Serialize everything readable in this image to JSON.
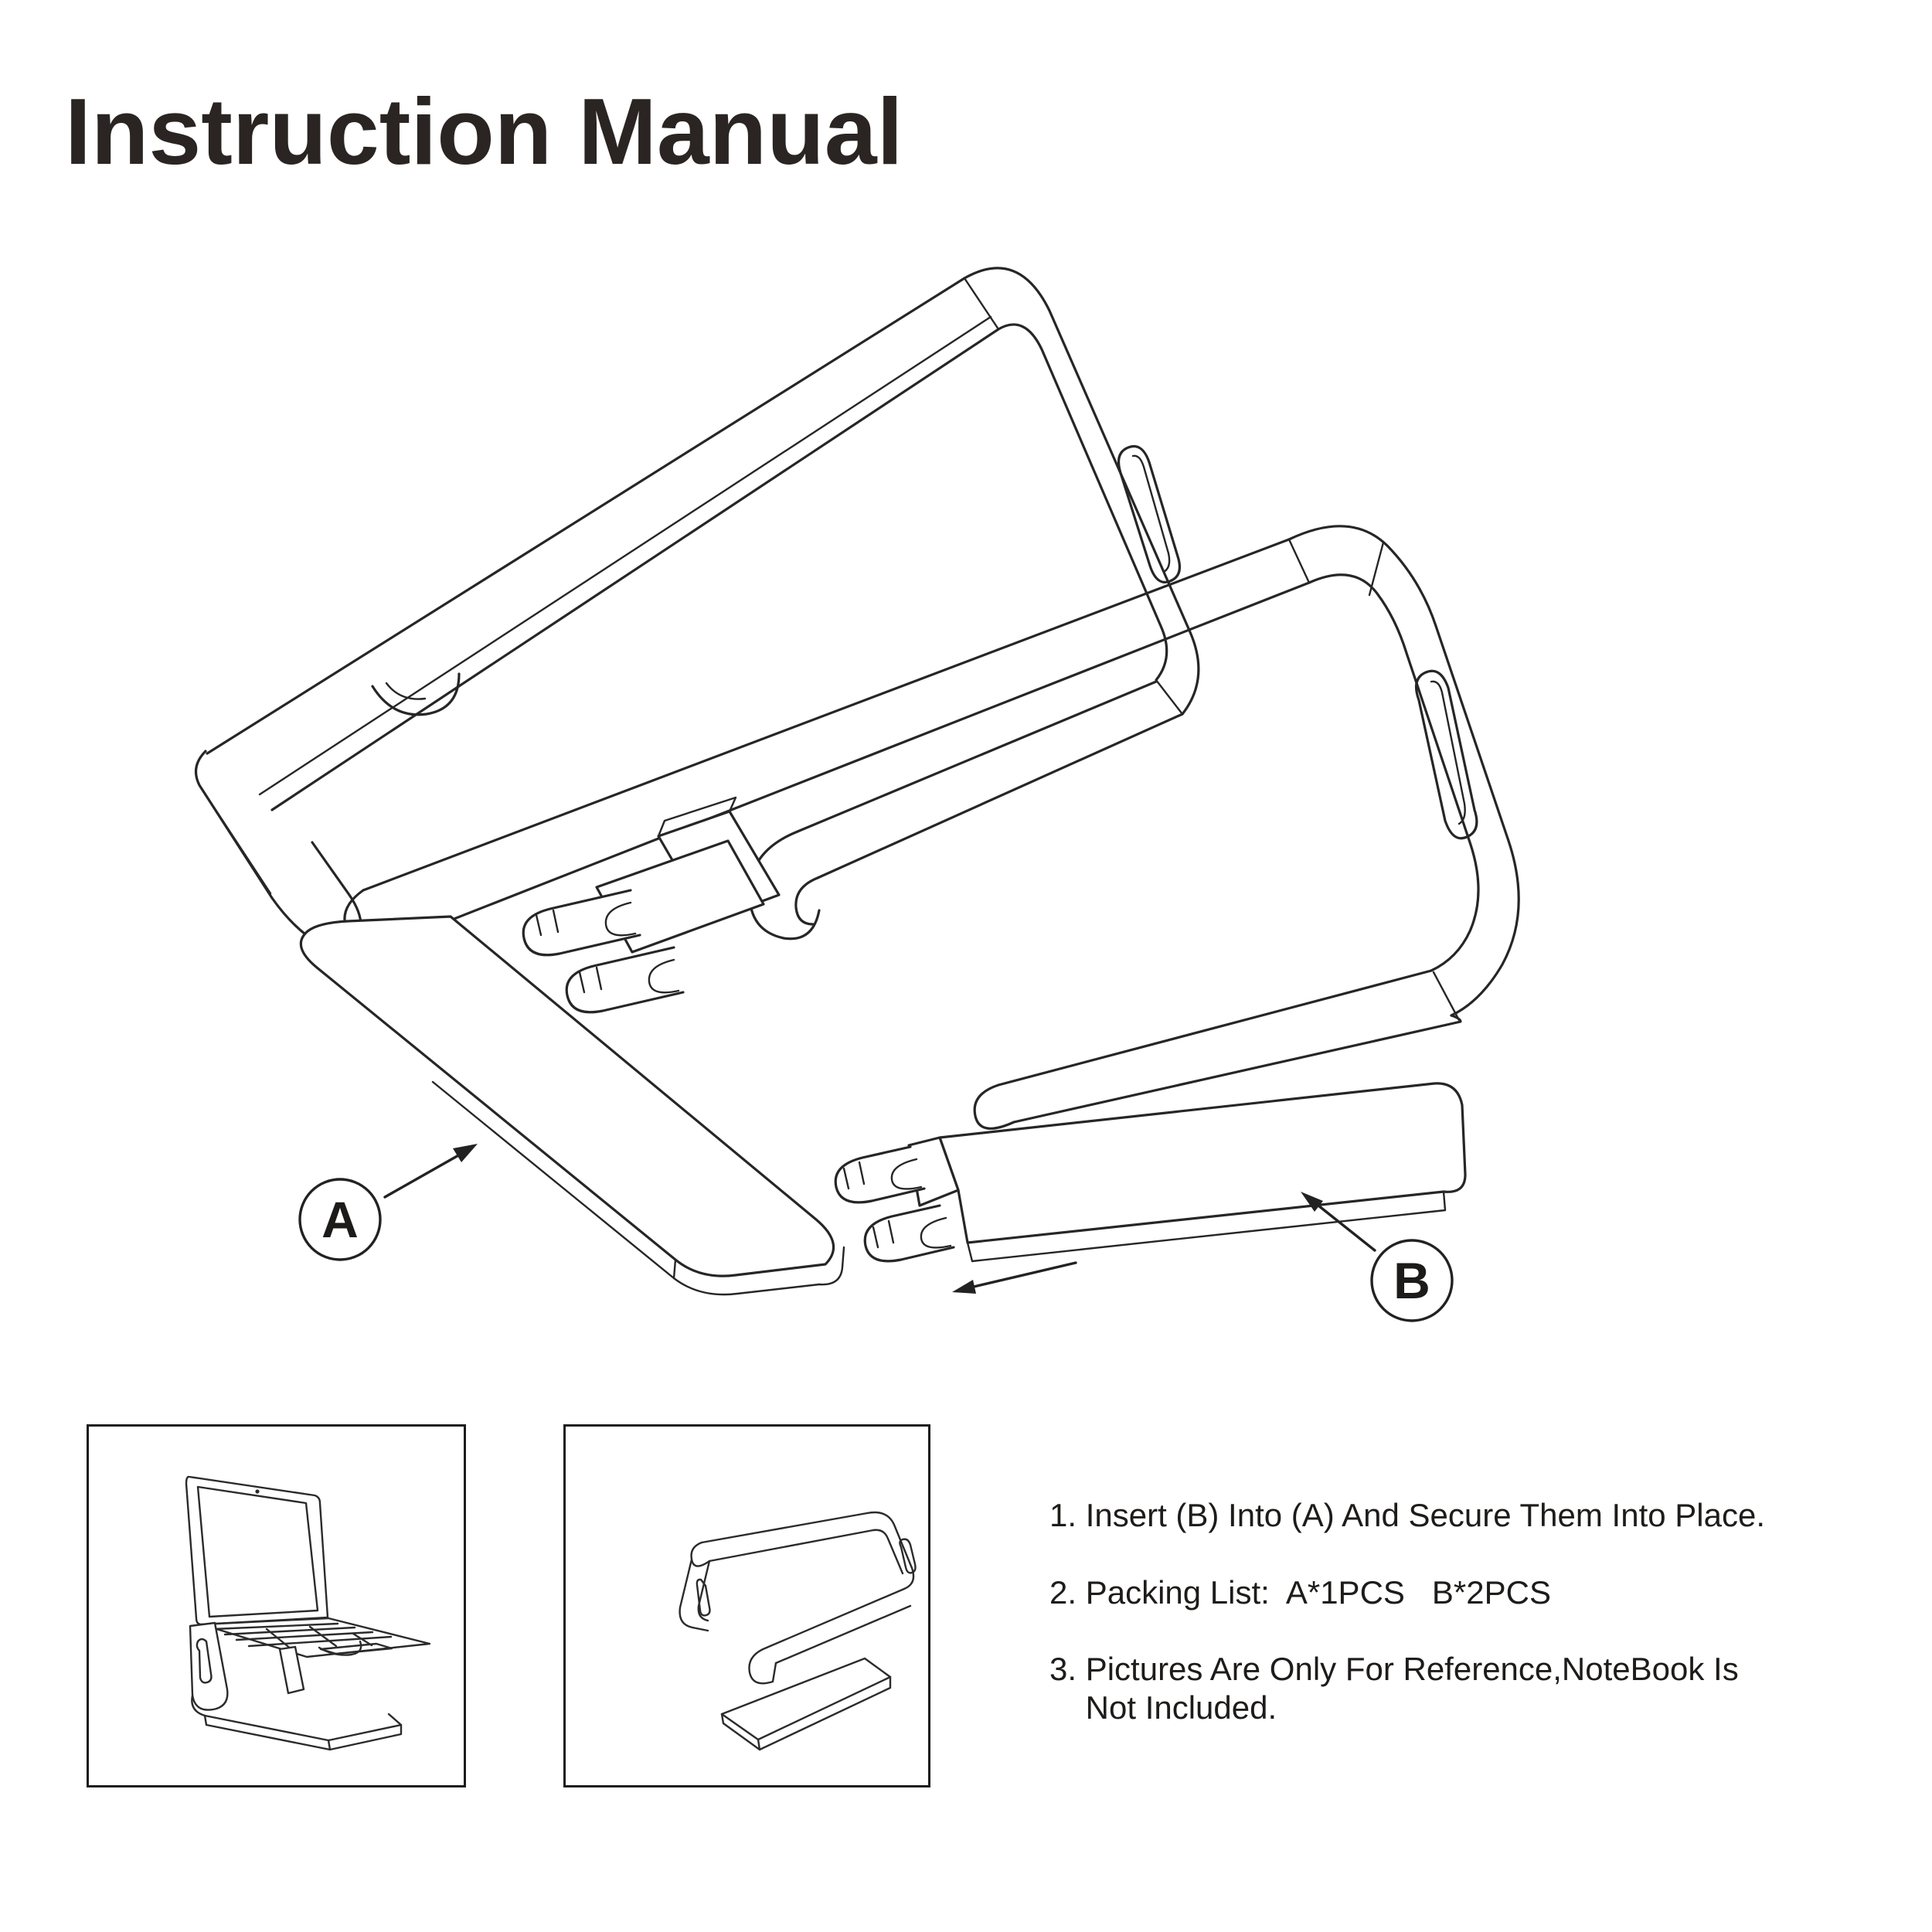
{
  "title": "Instruction Manual",
  "diagram": {
    "label_a": "A",
    "label_b": "B",
    "icons": [
      "part-a-callout-arrow",
      "part-b-callout-arrow",
      "slide-insert-direction-arrow"
    ]
  },
  "insets": [
    {
      "name": "laptop-on-stand-illustration"
    },
    {
      "name": "assembled-stand-illustration"
    }
  ],
  "instructions": {
    "items": [
      "1. Insert (B) Into (A) And Secure Them Into Place.",
      "2. Packing List:  A*1PCS   B*2PCS",
      "3. Pictures Are Only For Reference,NoteBook Is\n    Not Included."
    ]
  },
  "colors": {
    "background": "#ffffff",
    "ink": "#2a2522",
    "line": "#262626"
  }
}
